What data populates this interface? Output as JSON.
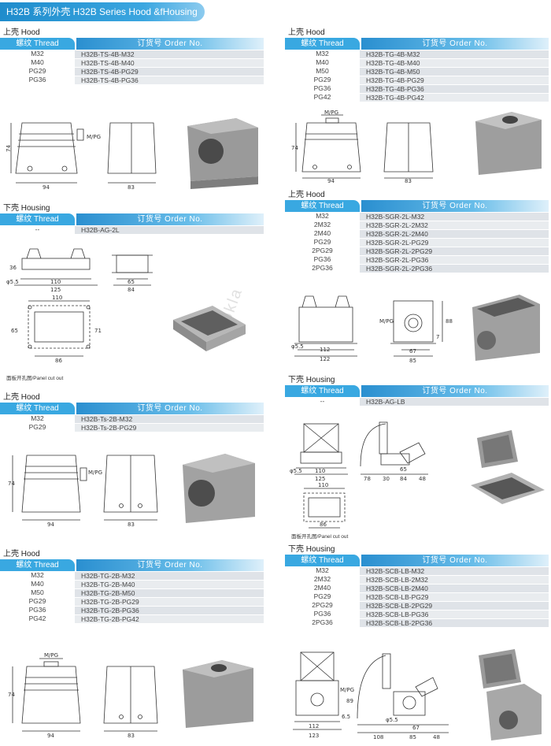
{
  "banner": {
    "title": "H32B 系列外壳  H32B Series Hood &fHousing"
  },
  "table_header": {
    "thread": "螺纹 Thread",
    "order": "订货号 Order No."
  },
  "sections": {
    "s1": {
      "title": "上壳 Hood",
      "rows": [
        {
          "thread": "M32",
          "order": "H32B-TS-4B-M32"
        },
        {
          "thread": "M40",
          "order": "H32B-TS-4B-M40"
        },
        {
          "thread": "PG29",
          "order": "H32B-TS-4B-PG29"
        },
        {
          "thread": "PG36",
          "order": "H32B-TS-4B-PG36"
        }
      ]
    },
    "s2": {
      "title": "上壳 Hood",
      "rows": [
        {
          "thread": "M32",
          "order": "H32B-TG-4B-M32"
        },
        {
          "thread": "M40",
          "order": "H32B-TG-4B-M40"
        },
        {
          "thread": "M50",
          "order": "H32B-TG-4B-M50"
        },
        {
          "thread": "PG29",
          "order": "H32B-TG-4B-PG29"
        },
        {
          "thread": "PG36",
          "order": "H32B-TG-4B-PG36"
        },
        {
          "thread": "PG42",
          "order": "H32B-TG-4B-PG42"
        }
      ]
    },
    "s3": {
      "title": "下壳 Housing",
      "rows": [
        {
          "thread": "--",
          "order": "H32B-AG-2L"
        }
      ]
    },
    "s4": {
      "title": "上壳 Hood",
      "rows": [
        {
          "thread": "M32",
          "order": "H32B-SGR-2L-M32"
        },
        {
          "thread": "2M32",
          "order": "H32B-SGR-2L-2M32"
        },
        {
          "thread": "2M40",
          "order": "H32B-SGR-2L-2M40"
        },
        {
          "thread": "PG29",
          "order": "H32B-SGR-2L-PG29"
        },
        {
          "thread": "2PG29",
          "order": "H32B-SGR-2L-2PG29"
        },
        {
          "thread": "PG36",
          "order": "H32B-SGR-2L-PG36"
        },
        {
          "thread": "2PG36",
          "order": "H32B-SGR-2L-2PG36"
        }
      ]
    },
    "s5": {
      "title": "上壳 Hood",
      "rows": [
        {
          "thread": "M32",
          "order": "H32B-Ts-2B-M32"
        },
        {
          "thread": "PG29",
          "order": "H32B-Ts-2B-PG29"
        }
      ]
    },
    "s6": {
      "title": "下壳 Housing",
      "rows": [
        {
          "thread": "--",
          "order": "H32B-AG-LB"
        }
      ]
    },
    "s7": {
      "title": "上壳 Hood",
      "rows": [
        {
          "thread": "M32",
          "order": "H32B-TG-2B-M32"
        },
        {
          "thread": "M40",
          "order": "H32B-TG-2B-M40"
        },
        {
          "thread": "M50",
          "order": "H32B-TG-2B-M50"
        },
        {
          "thread": "PG29",
          "order": "H32B-TG-2B-PG29"
        },
        {
          "thread": "PG36",
          "order": "H32B-TG-2B-PG36"
        },
        {
          "thread": "PG42",
          "order": "H32B-TG-2B-PG42"
        }
      ]
    },
    "s8": {
      "title": "下壳 Housing",
      "rows": [
        {
          "thread": "M32",
          "order": "H32B-SCB-LB-M32"
        },
        {
          "thread": "2M32",
          "order": "H32B-SCB-LB-2M32"
        },
        {
          "thread": "2M40",
          "order": "H32B-SCB-LB-2M40"
        },
        {
          "thread": "PG29",
          "order": "H32B-SCB-LB-PG29"
        },
        {
          "thread": "2PG29",
          "order": "H32B-SCB-LB-2PG29"
        },
        {
          "thread": "PG36",
          "order": "H32B-SCB-LB-PG36"
        },
        {
          "thread": "2PG36",
          "order": "H32B-SCB-LB-2PG36"
        }
      ]
    }
  },
  "dims": {
    "d1": {
      "h": "74",
      "w": "94",
      "d": "83",
      "thread": "M/PG"
    },
    "d2": {
      "h": "74",
      "w": "94",
      "d": "83",
      "thread": "M/PG"
    },
    "d3": {
      "h": "36",
      "hole": "φ5.5",
      "inner": "110",
      "outer": "125",
      "side_a": "65",
      "side_b": "84",
      "cut_w": "110",
      "cut_h": "65",
      "cut_h2": "71",
      "cut_b": "86"
    },
    "d4": {
      "hole": "φ5.5",
      "w1": "112",
      "w2": "122",
      "h": "88",
      "thread": "M/PG",
      "a": "7",
      "b": "67",
      "c": "85"
    },
    "d5": {
      "h": "74",
      "w": "94",
      "d": "83",
      "thread": "M/PG"
    },
    "d6": {
      "hole": "φ5.5",
      "inner": "110",
      "outer": "125",
      "a": "78",
      "b": "30",
      "c": "65",
      "d": "84",
      "e": "48",
      "cut_w": "110",
      "cut_b": "86"
    },
    "d7": {
      "h": "74",
      "w": "94",
      "d": "83",
      "thread": "M/PG"
    },
    "d8": {
      "w1": "112",
      "w2": "123",
      "h": "89",
      "a": "6.5",
      "thread": "M/PG",
      "hole": "φ5.5",
      "b": "67",
      "c": "108",
      "d": "85",
      "e": "48"
    }
  },
  "notes": {
    "cutout": "面板开孔图/Panel cut out"
  },
  "watermark": "nookla"
}
